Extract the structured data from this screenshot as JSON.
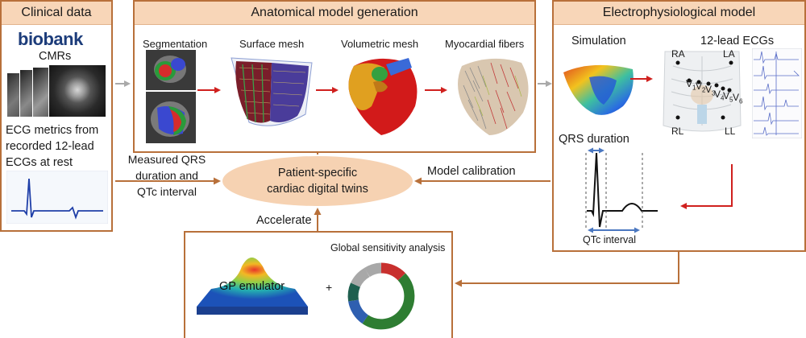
{
  "panels": {
    "clinical": {
      "title": "Clinical data"
    },
    "anatomical": {
      "title": "Anatomical model generation"
    },
    "electro": {
      "title": "Electrophysiological model"
    }
  },
  "clinical": {
    "logo": "biobank",
    "cmr_label": "CMRs",
    "ecg_text_lines": [
      "ECG metrics from",
      "recorded 12-lead",
      "ECGs at rest"
    ]
  },
  "anatomical": {
    "steps": [
      "Segmentation",
      "Surface mesh",
      "Volumetric mesh",
      "Myocardial fibers"
    ]
  },
  "electro": {
    "simulation_label": "Simulation",
    "ecg12_label": "12-lead ECGs",
    "electrodes": {
      "ra": "RA",
      "la": "LA",
      "rl": "RL",
      "ll": "LL",
      "v1": "V",
      "v1_sub": "1",
      "v2": "V",
      "v2_sub": "2",
      "v3": "V",
      "v3_sub": "3",
      "v4": "V",
      "v4_sub": "4",
      "v5": "V",
      "v5_sub": "5",
      "v6": "V",
      "v6_sub": "6"
    },
    "qrs_label": "QRS duration",
    "qtc_label": "QTc interval"
  },
  "center": {
    "twin_line1": "Patient-specific",
    "twin_line2": "cardiac digital twins",
    "measured_lines": [
      "Measured QRS",
      "duration and",
      "QTc interval"
    ],
    "calibration": "Model calibration",
    "accelerate": "Accelerate"
  },
  "emulator": {
    "gp_label": "GP emulator",
    "plus": "+",
    "gsa_label": "Global sensitivity analysis"
  },
  "colors": {
    "border": "#b8703a",
    "header_bg": "#f8d6b8",
    "ellipse": "#f6d2b2",
    "red_arrow": "#d0201e",
    "grey_arrow": "#a9a9a9",
    "ecg_blue": "#1f3fa8",
    "interval_blue": "#4a77c0",
    "donut_red": "#c8302e",
    "donut_green": "#2e7d32",
    "donut_blue": "#2f5fb0",
    "donut_teal": "#1f5f4f",
    "donut_grey": "#a8a8a8"
  }
}
